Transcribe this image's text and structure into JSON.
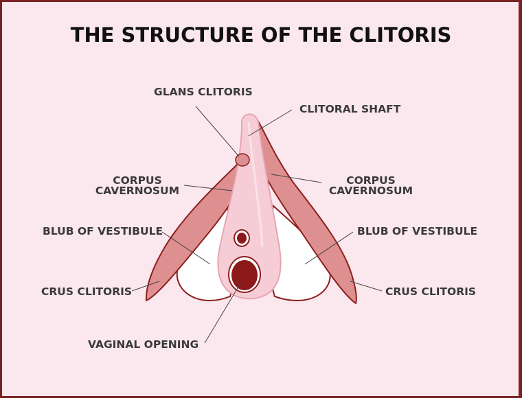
{
  "title": "THE STRUCTURE OF THE CLITORIS",
  "labels": {
    "glans": "GLANS CLITORIS",
    "shaft": "CLITORAL SHAFT",
    "corpus_left_1": "CORPUS",
    "corpus_left_2": "CAVERNOSUM",
    "corpus_right_1": "CORPUS",
    "corpus_right_2": "CAVERNOSUM",
    "bulb_left": "BLUB OF VESTIBULE",
    "bulb_right": "BLUB OF VESTIBULE",
    "crus_left": "CRUS CLITORIS",
    "crus_right": "CRUS CLITORIS",
    "vaginal": "VAGINAL OPENING"
  },
  "colors": {
    "background": "#fbe8ee",
    "border": "#7a2222",
    "tissue": "#de8f8f",
    "outline": "#8c1f1f",
    "hood": "#f6cdd6",
    "bulb": "#ffffff",
    "opening": "#8c1a1a"
  }
}
